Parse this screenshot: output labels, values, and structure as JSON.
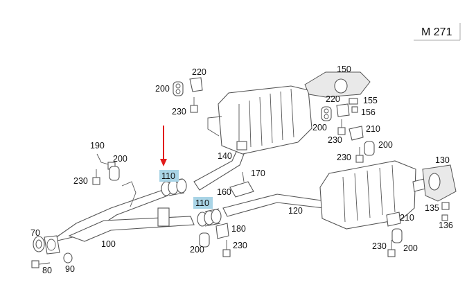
{
  "model_code": "M 271",
  "arrow_color": "#e21b1b",
  "highlight_color": "#a9d4e6",
  "labels": {
    "l150": "150",
    "l220a": "220",
    "l200a": "200",
    "l230a": "230",
    "l155": "155",
    "l156": "156",
    "l220b": "220",
    "l200b": "200",
    "l210a": "210",
    "l230b": "230",
    "l200c": "200",
    "l190": "190",
    "l200d": "200",
    "l230c": "230",
    "l140": "140",
    "l110a": "110",
    "l170": "170",
    "l160": "160",
    "l110b": "110",
    "l130": "130",
    "l230d": "230",
    "l120": "120",
    "l135": "135",
    "l136": "136",
    "l210b": "210",
    "l180": "180",
    "l70": "70",
    "l100": "100",
    "l200e": "200",
    "l230e": "230",
    "l230f": "230",
    "l200f": "200",
    "l80": "80",
    "l90": "90"
  }
}
